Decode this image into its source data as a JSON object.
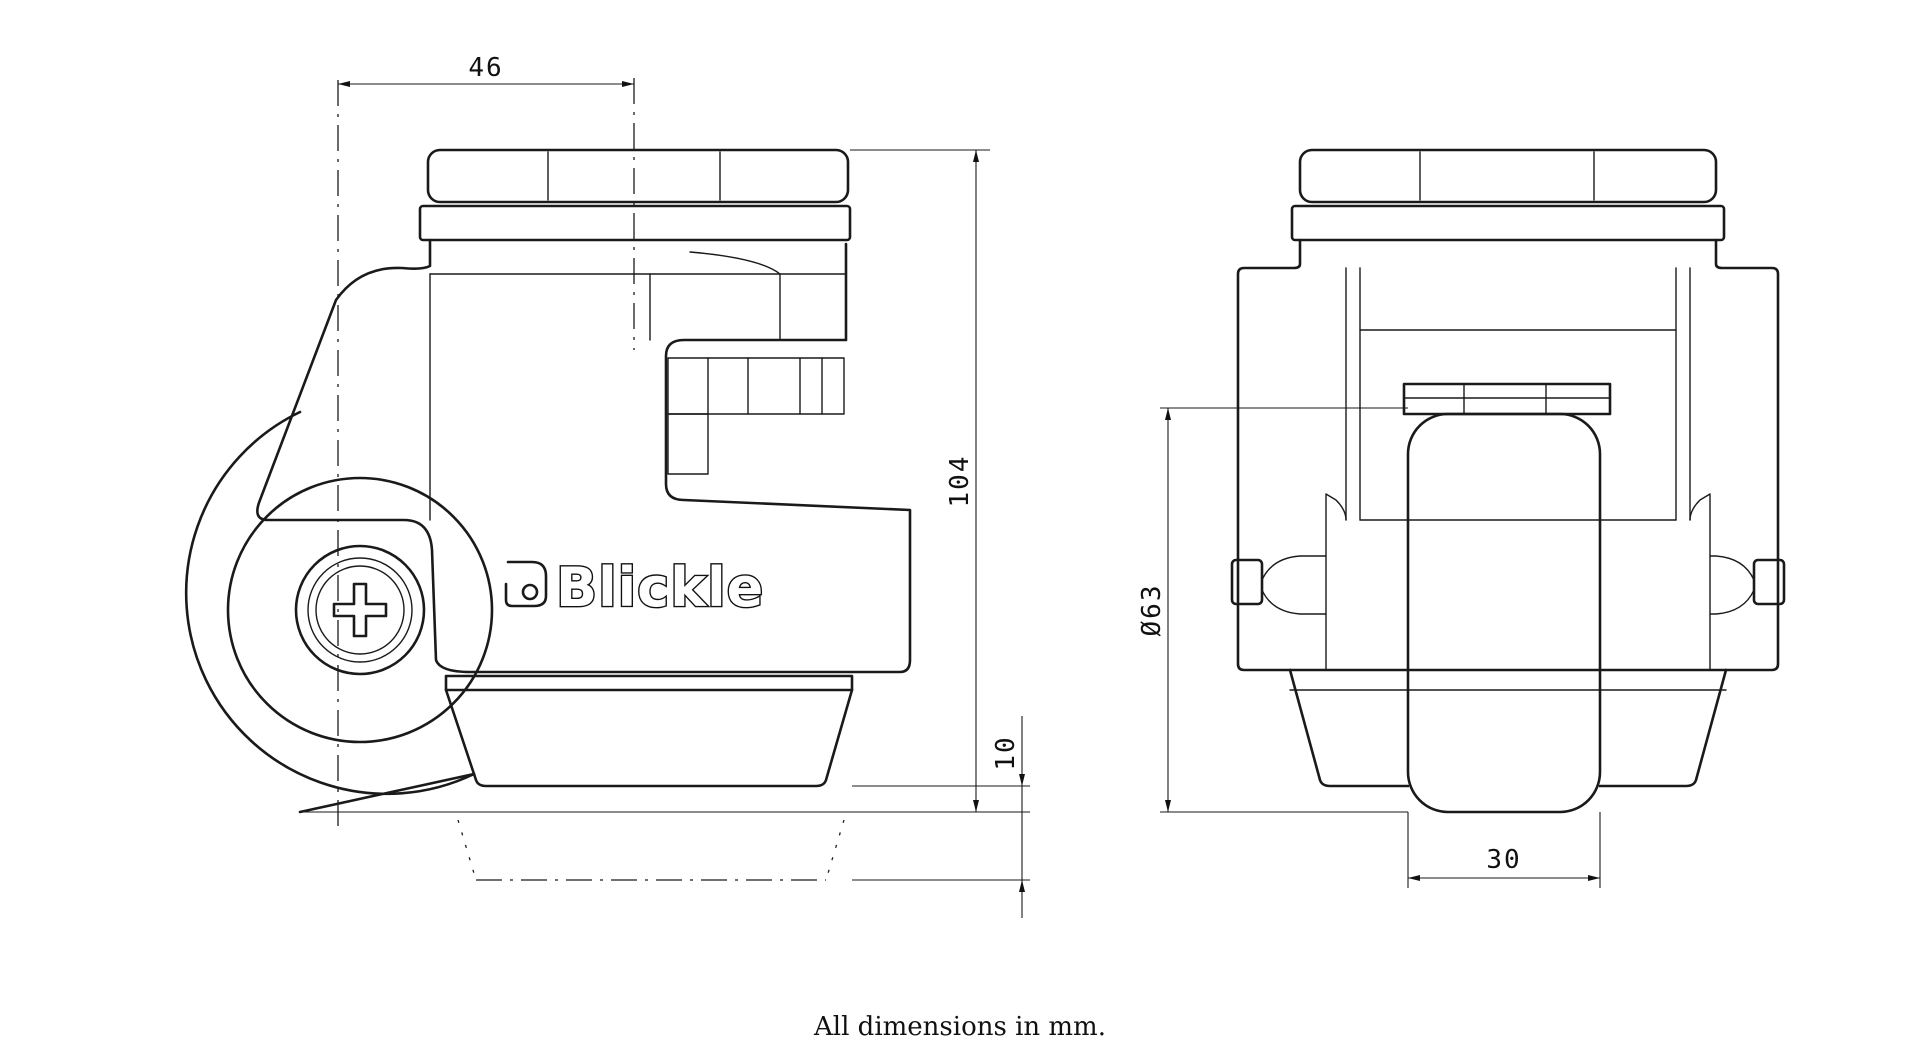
{
  "brand": {
    "logo_text": "Blickle"
  },
  "dimensions": {
    "offset": "46",
    "height": "104",
    "stroke": "10",
    "wheel_diameter": "Ø63",
    "wheel_width": "30"
  },
  "footnote": "All dimensions in mm."
}
